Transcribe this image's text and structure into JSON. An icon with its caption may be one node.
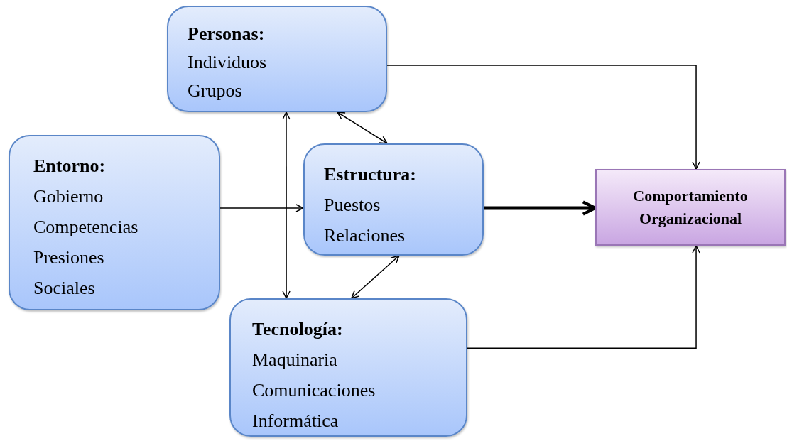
{
  "diagram": {
    "nodes": [
      {
        "text": [
          "Personas:",
          "Individuos",
          "Grupos"
        ]
      },
      {
        "text": [
          "Entorno:",
          "Gobierno",
          "Competencias",
          "Presiones",
          "Sociales"
        ]
      },
      {
        "text": [
          "Estructura:",
          "Puestos",
          "Relaciones"
        ]
      },
      {
        "text": [
          "Comportamiento Organizacional"
        ]
      },
      {
        "text": [
          "Tecnología:",
          "Maquinaria",
          "Comunicaciones",
          "Informática"
        ]
      }
    ],
    "edges": [
      {
        "from": 1,
        "to": 2,
        "arrow": "to"
      },
      {
        "from": 0,
        "to": 4,
        "arrow": "both"
      },
      {
        "from": 0,
        "to": 2,
        "arrow": "both"
      },
      {
        "from": 4,
        "to": 2,
        "arrow": "both"
      },
      {
        "from": 2,
        "to": 3,
        "arrow": "to",
        "style": "thick"
      },
      {
        "from": 0,
        "to": 3,
        "arrow": "to"
      },
      {
        "from": 4,
        "to": 3,
        "arrow": "to"
      }
    ]
  }
}
